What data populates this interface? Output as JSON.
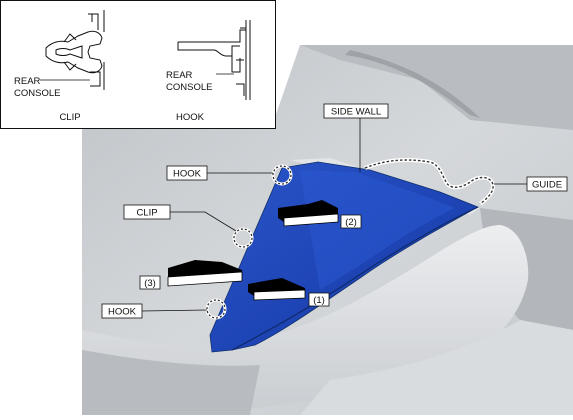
{
  "inset": {
    "clip": {
      "part_label_line1": "REAR",
      "part_label_line2": "CONSOLE",
      "caption": "CLIP"
    },
    "hook": {
      "part_label_line1": "REAR",
      "part_label_line2": "CONSOLE",
      "caption": "HOOK"
    }
  },
  "callouts": {
    "side_wall": "SIDE WALL",
    "guide": "GUIDE",
    "hook_top": "HOOK",
    "clip": "CLIP",
    "hook_bottom": "HOOK"
  },
  "steps": {
    "step1": "(1)",
    "step2": "(2)",
    "step3": "(3)"
  },
  "colors": {
    "panel_blue": "#1f46b8",
    "panel_blue_dark": "#15348f",
    "background_gray": "#cdd0d3",
    "body_gray_light": "#e4e6e8"
  }
}
